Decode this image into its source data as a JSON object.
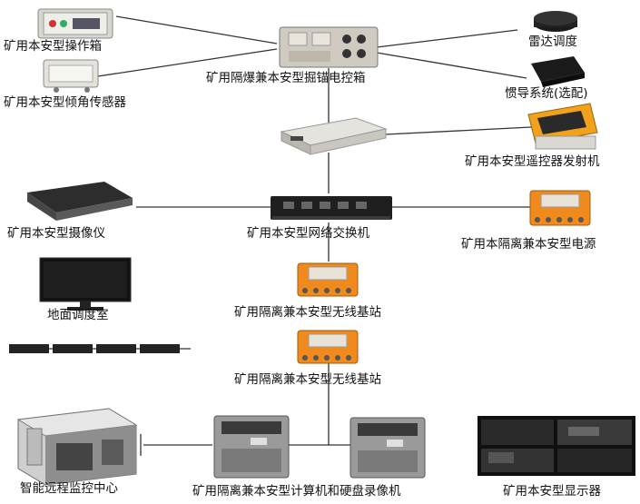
{
  "labels": {
    "operation_box": "矿用本安型操作箱",
    "tilt_sensor": "矿用本安型倾角传感器",
    "control_box": "矿用隔爆兼本安型掘锚电控箱",
    "radar": "雷达调度",
    "inertial": "惯导系统(选配)",
    "remote_tx": "矿用本安型遥控器发射机",
    "camera": "矿用本安型摄像仪",
    "switch": "矿用本安型网络交换机",
    "power": "矿用本隔离兼本安型电源",
    "ground_room": "地面调度室",
    "base_station_1": "矿用隔离兼本安型无线基站",
    "base_station_2": "矿用隔离兼本安型无线基站",
    "remote_center": "智能远程监控中心",
    "computer_recorder": "矿用隔离兼本安型计算机和硬盘录像机",
    "display": "矿用本安型显示器"
  }
}
